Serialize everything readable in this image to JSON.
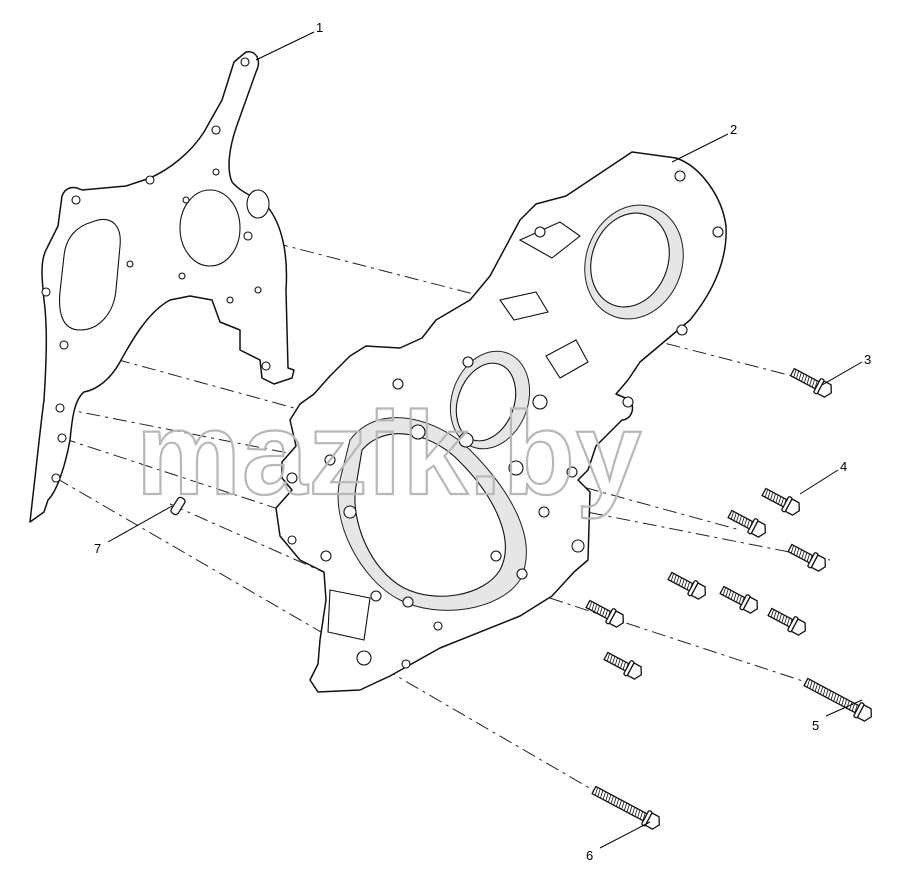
{
  "watermark": "mazik.by",
  "callouts": {
    "gasket": "1",
    "timing_cover": "2",
    "bolt_short_top": "3",
    "bolt_group": "4",
    "bolt_long_right": "5",
    "bolt_long_bottom": "6",
    "dowel_pin": "7"
  }
}
